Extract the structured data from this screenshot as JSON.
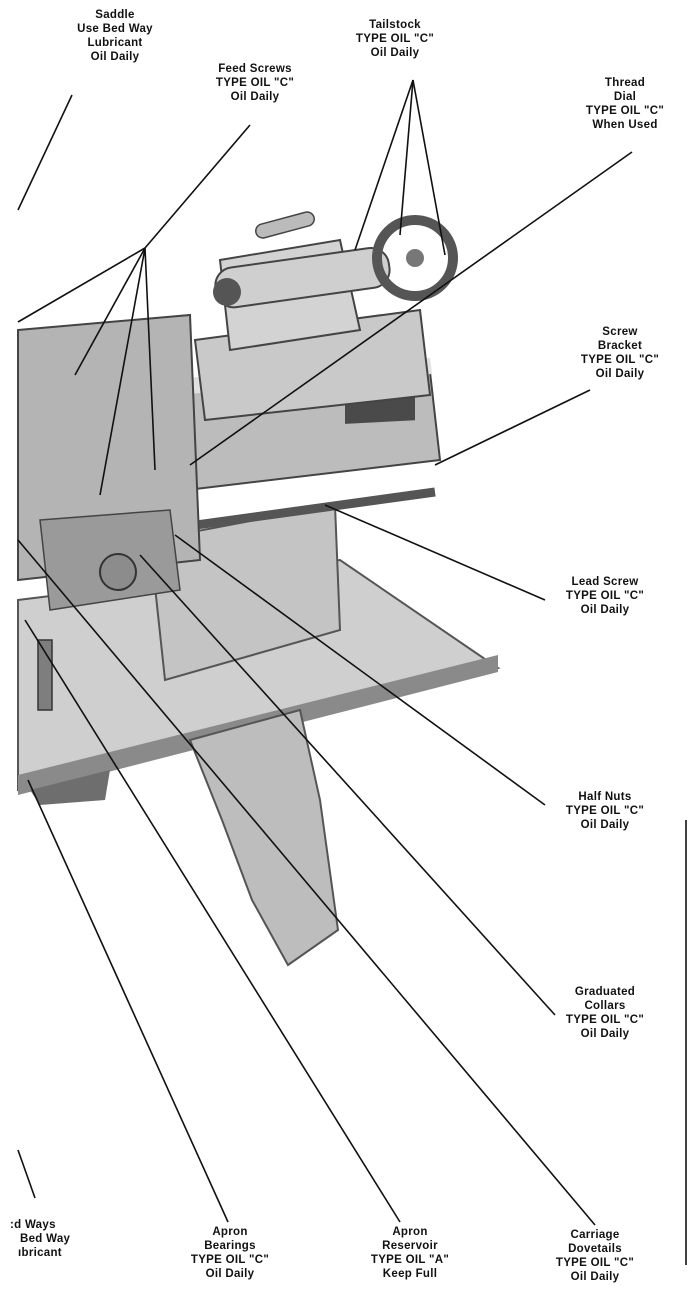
{
  "labels": {
    "saddle": [
      "Saddle",
      "Use Bed Way",
      "Lubricant",
      "Oil Daily"
    ],
    "feed_screws": [
      "Feed Screws",
      "TYPE OIL \"C\"",
      "Oil Daily"
    ],
    "tailstock": [
      "Tailstock",
      "TYPE OIL \"C\"",
      "Oil Daily"
    ],
    "thread_dial": [
      "Thread",
      "Dial",
      "TYPE OIL \"C\"",
      "When Used"
    ],
    "screw_bracket": [
      "Screw",
      "Bracket",
      "TYPE OIL \"C\"",
      "Oil Daily"
    ],
    "lead_screw": [
      "Lead Screw",
      "TYPE OIL \"C\"",
      "Oil Daily"
    ],
    "half_nuts": [
      "Half Nuts",
      "TYPE OIL \"C\"",
      "Oil Daily"
    ],
    "graduated_collars": [
      "Graduated",
      "Collars",
      "TYPE OIL \"C\"",
      "Oil Daily"
    ],
    "bed_ways": [
      ":d Ways",
      "Bed Way",
      "ıbricant"
    ],
    "apron_bearings": [
      "Apron",
      "Bearings",
      "TYPE OIL \"C\"",
      "Oil Daily"
    ],
    "apron_reservoir": [
      "Apron",
      "Reservoir",
      "TYPE OIL \"A\"",
      "Keep Full"
    ],
    "carriage_dovetails": [
      "Carriage",
      "Dovetails",
      "TYPE OIL \"C\"",
      "Oil Daily"
    ]
  },
  "colors": {
    "ink": "#111111",
    "machine_light": "#d2d2d2",
    "machine_mid": "#a8a8a8",
    "machine_dark": "#6e6e6e"
  }
}
